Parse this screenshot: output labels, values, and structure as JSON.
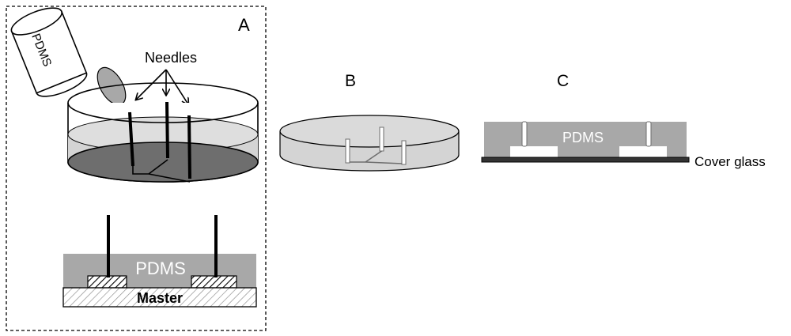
{
  "panels": {
    "a": {
      "letter": "A",
      "needles_label": "Needles",
      "cup_label": "PDMS",
      "pdms_label": "PDMS",
      "master_label": "Master"
    },
    "b": {
      "letter": "B"
    },
    "c": {
      "letter": "C",
      "pdms_label": "PDMS",
      "cover_glass_label": "Cover glass"
    }
  },
  "colors": {
    "pdms_gray": "#a8a8a8",
    "liquid_gray": "#d4d4d4",
    "base_dark": "#6e6e6e",
    "needle": "#000000",
    "glass": "#333333"
  }
}
